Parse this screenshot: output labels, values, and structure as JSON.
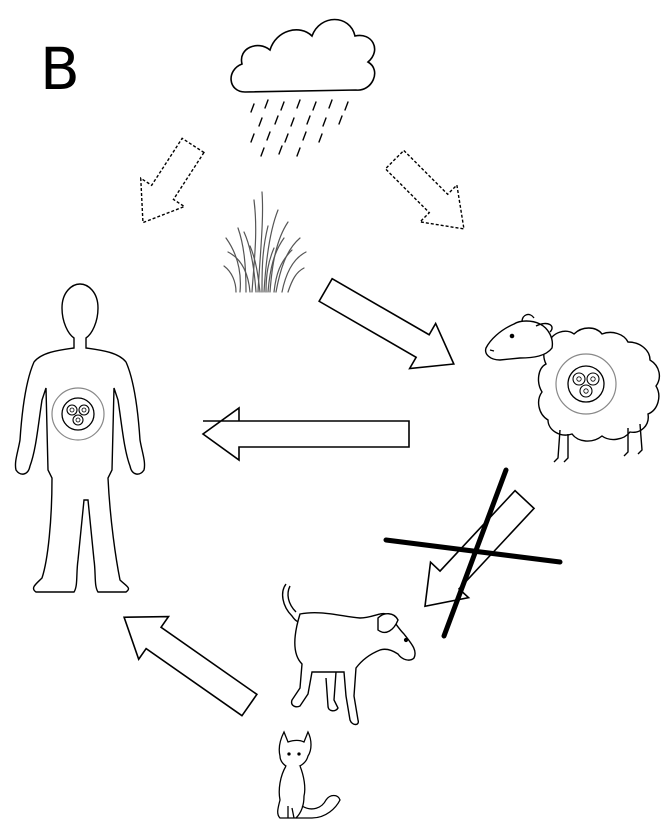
{
  "panel": {
    "label": "B"
  },
  "colors": {
    "stroke": "#000000",
    "fill": "#ffffff",
    "grass": "#555555"
  },
  "diagram": {
    "nodes": [
      "rain-cloud",
      "grass",
      "human",
      "sheep",
      "dog",
      "cat"
    ],
    "edges": [
      {
        "from": "rain-cloud",
        "to": "human",
        "style": "dotted"
      },
      {
        "from": "rain-cloud",
        "to": "sheep",
        "style": "dotted"
      },
      {
        "from": "grass",
        "to": "sheep",
        "style": "solid"
      },
      {
        "from": "sheep",
        "to": "human",
        "style": "solid"
      },
      {
        "from": "sheep",
        "to": "dog",
        "style": "solid",
        "crossed_out": true
      },
      {
        "from": "dog",
        "to": "human",
        "style": "solid"
      }
    ]
  }
}
